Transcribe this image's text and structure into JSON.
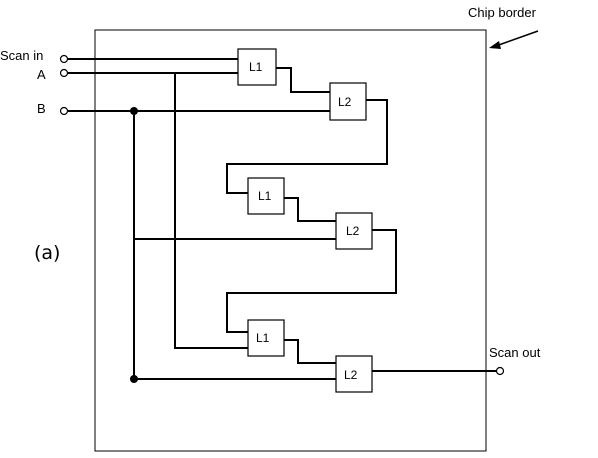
{
  "labels": {
    "chip_border": "Chip border",
    "scan_in": "Scan in",
    "a": "A",
    "b": "B",
    "scan_out": "Scan out",
    "figure": "(a)"
  },
  "latches": [
    {
      "id": "l1-top",
      "text": "L1"
    },
    {
      "id": "l2-top",
      "text": "L2"
    },
    {
      "id": "l1-mid",
      "text": "L1"
    },
    {
      "id": "l2-mid",
      "text": "L2"
    },
    {
      "id": "l1-bot",
      "text": "L1"
    },
    {
      "id": "l2-bot",
      "text": "L2"
    }
  ]
}
